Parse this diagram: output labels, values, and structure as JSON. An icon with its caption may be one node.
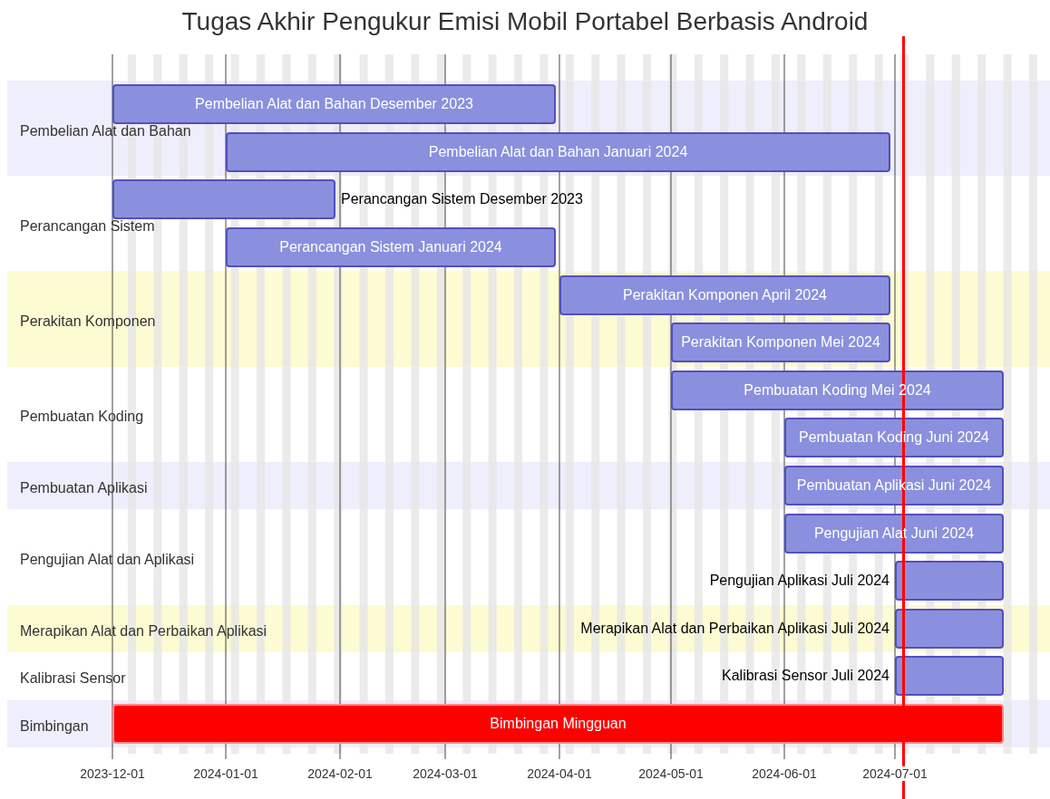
{
  "diagram": {
    "title": "Tugas Akhir Pengukur Emisi Mobil Portabel Berbasis Android",
    "nodes": [
      {
        "text": [
          "Pembelian Alat dan Bahan"
        ]
      },
      {
        "text": [
          "Pembelian Alat dan Bahan Desember 2023"
        ],
        "in": 0
      },
      {
        "text": [
          "Pembelian Alat dan Bahan Januari 2024"
        ],
        "in": 0
      },
      {
        "text": [
          "Perancangan Sistem"
        ]
      },
      {
        "text": [
          "Perancangan Sistem Desember 2023"
        ],
        "in": 3
      },
      {
        "text": [
          "Perancangan Sistem Januari 2024"
        ],
        "in": 3
      },
      {
        "text": [
          "Perakitan Komponen"
        ]
      },
      {
        "text": [
          "Perakitan Komponen April 2024"
        ],
        "in": 6
      },
      {
        "text": [
          "Perakitan Komponen Mei 2024"
        ],
        "in": 6
      },
      {
        "text": [
          "Pembuatan Koding"
        ]
      },
      {
        "text": [
          "Pembuatan Koding Mei 2024"
        ],
        "in": 9
      },
      {
        "text": [
          "Pembuatan Koding Juni 2024"
        ],
        "in": 9
      },
      {
        "text": [
          "Pembuatan Aplikasi"
        ]
      },
      {
        "text": [
          "Pembuatan Aplikasi Juni 2024"
        ],
        "in": 12
      },
      {
        "text": [
          "Pengujian Alat dan Aplikasi"
        ]
      },
      {
        "text": [
          "Pengujian Alat Juni 2024"
        ],
        "in": 14
      },
      {
        "text": [
          "Pengujian Aplikasi Juli 2024"
        ],
        "in": 14
      },
      {
        "text": [
          "Merapikan Alat dan Perbaikan Aplikasi"
        ]
      },
      {
        "text": [
          "Merapikan Alat dan Perbaikan Aplikasi Juli 2024"
        ],
        "in": 17
      },
      {
        "text": [
          "Kalibrasi Sensor"
        ]
      },
      {
        "text": [
          "Kalibrasi Sensor Juli 2024"
        ],
        "in": 19
      },
      {
        "text": [
          "Bimbingan"
        ]
      },
      {
        "text": [
          "Bimbingan Mingguan"
        ],
        "in": 21
      }
    ],
    "edges": [],
    "labels": [
      "2023-12-01",
      "2024-01-01",
      "2024-02-01",
      "2024-03-01",
      "2024-04-01",
      "2024-05-01",
      "2024-06-01",
      "2024-07-01"
    ]
  }
}
